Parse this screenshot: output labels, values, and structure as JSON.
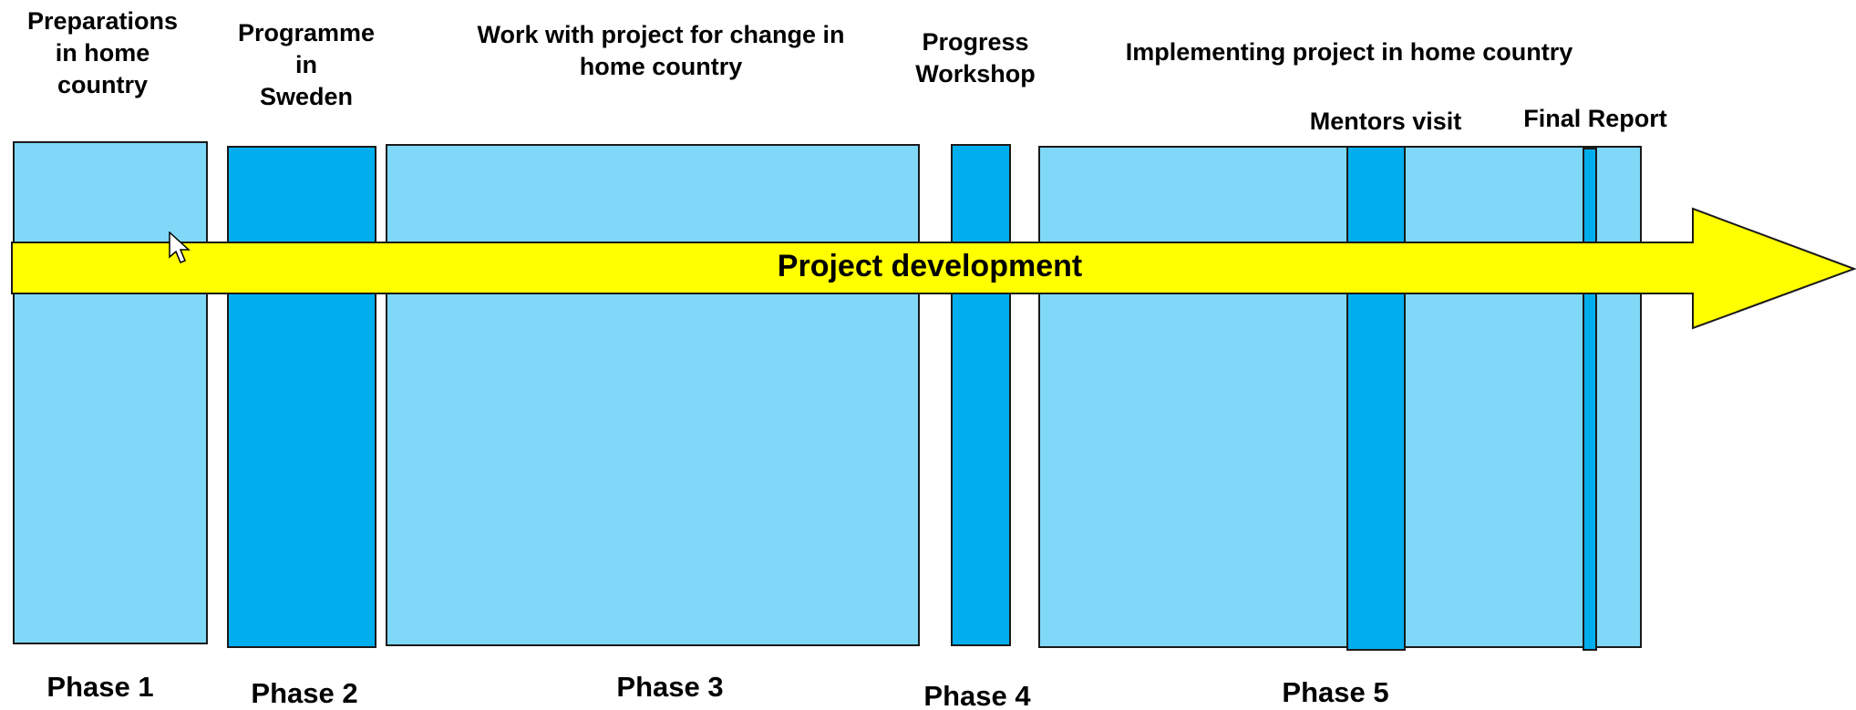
{
  "arrow": {
    "label": "Project development",
    "fill": "#ffff00"
  },
  "colors": {
    "light_block": "#80d8f8",
    "dark_block": "#00aeee",
    "outline": "#1a1a1a"
  },
  "stages": [
    {
      "title": "Preparations\nin home\ncountry",
      "phase": "Phase 1"
    },
    {
      "title": "Programme\nin\nSweden",
      "phase": "Phase 2"
    },
    {
      "title": "Work with project for change in\nhome country",
      "phase": "Phase 3"
    },
    {
      "title": "Progress\nWorkshop",
      "phase": "Phase 4"
    },
    {
      "title": "Implementing project in home country",
      "phase": "Phase 5"
    }
  ],
  "milestones": {
    "mentors_visit": "Mentors visit",
    "final_report": "Final Report"
  },
  "cursor_icon": "mouse-pointer-icon"
}
